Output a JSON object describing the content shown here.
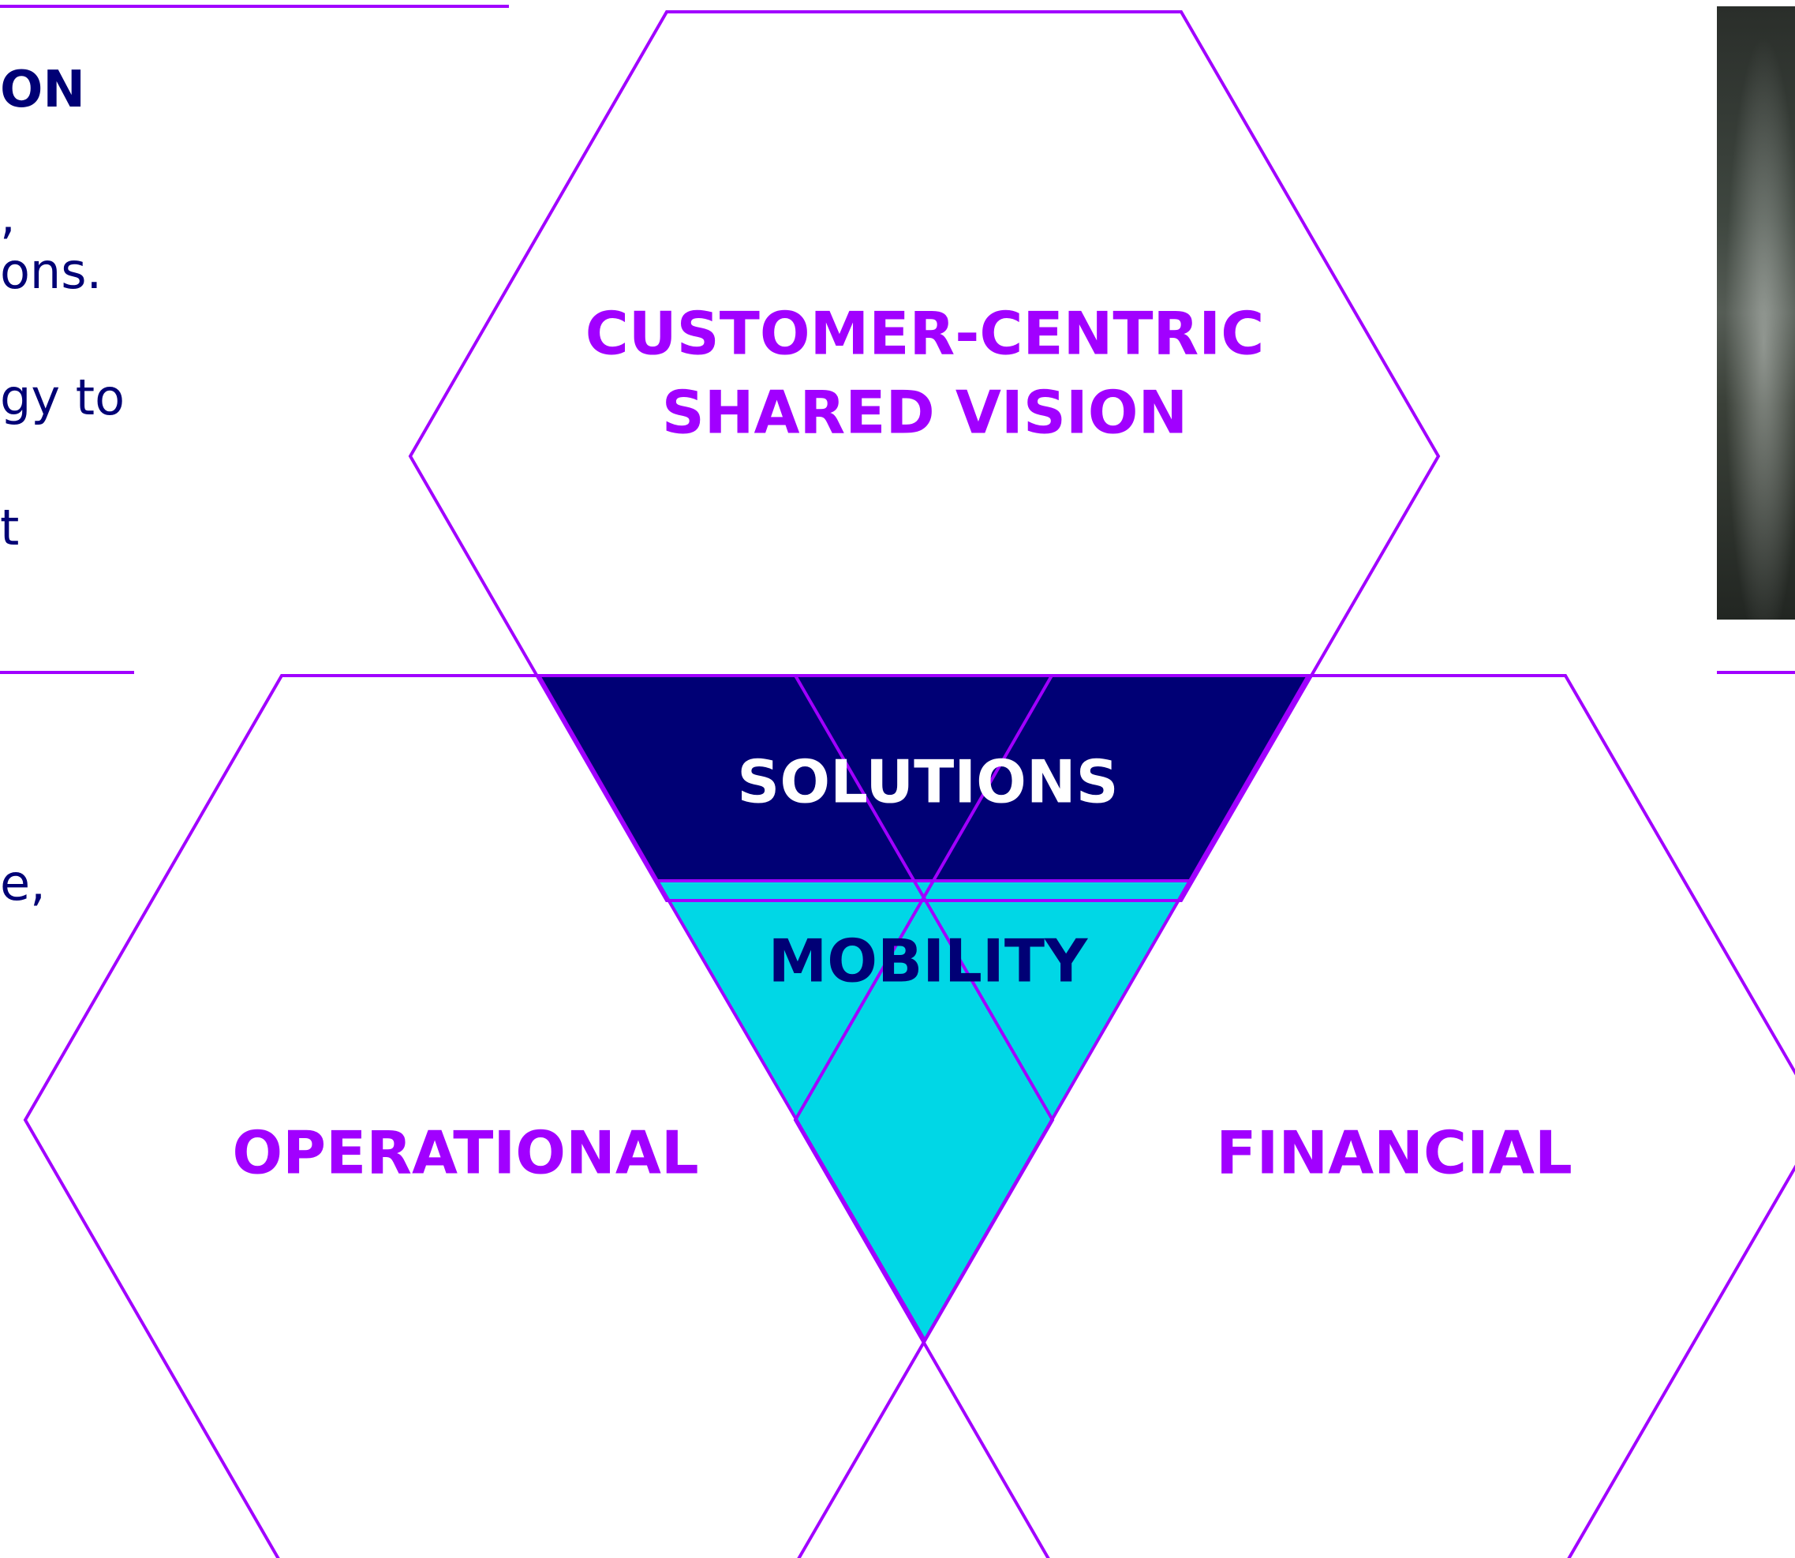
{
  "colors": {
    "accent_purple": "#a100ff",
    "navy": "#000075",
    "cyan": "#00d7e6",
    "white": "#ffffff"
  },
  "left_panel": {
    "heading_fragment": "ON",
    "text_fragments": [
      ",",
      "ons.",
      "gy to",
      "t",
      "e,"
    ]
  },
  "diagram": {
    "top_hex": {
      "line1": "CUSTOMER-CENTRIC",
      "line2": "SHARED VISION"
    },
    "left_hex": {
      "label": "OPERATIONAL"
    },
    "right_hex": {
      "label": "FINANCIAL"
    },
    "center_band": {
      "label": "SOLUTIONS"
    },
    "center_triangle": {
      "label": "MOBILITY"
    }
  },
  "right_panel": {
    "photo": "blurred-photo"
  }
}
